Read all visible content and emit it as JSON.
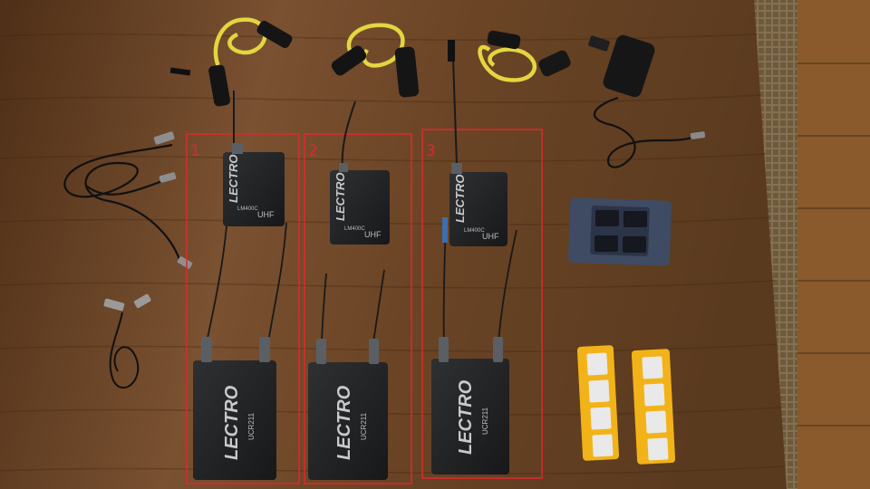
{
  "photo": {
    "groups": [
      {
        "label": "1",
        "frame_color": "#e3262c"
      },
      {
        "label": "2",
        "frame_color": "#e3262c"
      },
      {
        "label": "3",
        "frame_color": "#e3262c"
      }
    ],
    "transmitters": [
      {
        "brand": "LECTRO",
        "subbrand": "UHF",
        "model": "LM400C"
      },
      {
        "brand": "LECTRO",
        "subbrand": "UHF",
        "model": "LM400C"
      },
      {
        "brand": "LECTRO",
        "subbrand": "UHF",
        "model": "LM400C"
      }
    ],
    "receivers": [
      {
        "brand": "LECTRO",
        "model": "UCR211"
      },
      {
        "brand": "LECTRO",
        "model": "UCR211"
      },
      {
        "brand": "LECTRO",
        "model": "UCR211"
      }
    ],
    "colors": {
      "table_wood": "#6b4526",
      "cable_yellow": "#e3d640",
      "battery_yellow": "#f2b318",
      "device_black": "#232425",
      "charger_blue": "#3f4b63"
    }
  }
}
